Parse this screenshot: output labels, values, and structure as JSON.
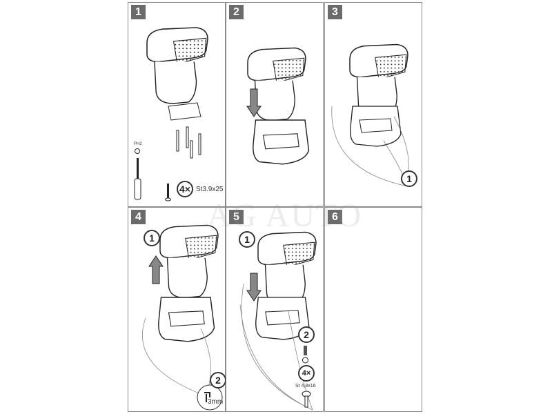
{
  "panels": [
    {
      "number": "1",
      "screw_count": "4×",
      "screw_spec": "St3.9x25",
      "bit_label": "PH2"
    },
    {
      "number": "2"
    },
    {
      "number": "3",
      "step_ref": "1"
    },
    {
      "number": "4",
      "step_ref_top": "1",
      "step_ref_bottom": "2",
      "tool_size": "3mm"
    },
    {
      "number": "5",
      "step_ref_top": "1",
      "step_ref_bottom": "2",
      "screw_count": "4×",
      "screw_spec": "St 4,8x16"
    },
    {
      "number": "6"
    }
  ],
  "watermark": "AG AUTO"
}
